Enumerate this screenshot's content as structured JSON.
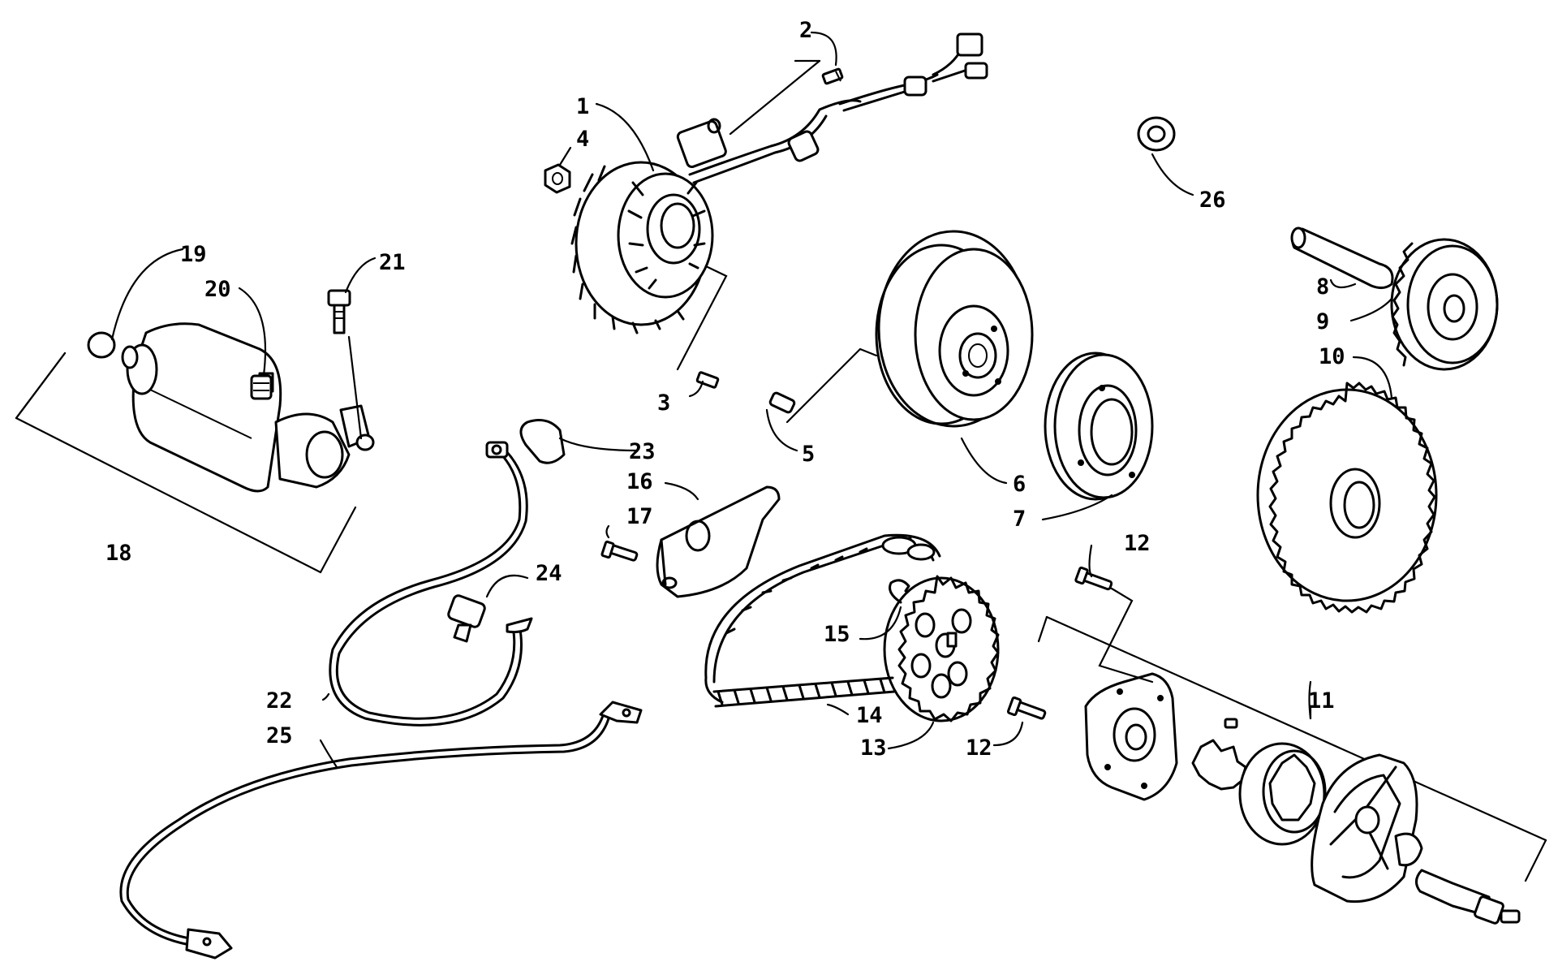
{
  "callouts": {
    "c1": "1",
    "c2": "2",
    "c3": "3",
    "c4": "4",
    "c5": "5",
    "c6": "6",
    "c7": "7",
    "c8": "8",
    "c9": "9",
    "c10": "10",
    "c11": "11",
    "c12a": "12",
    "c12b": "12",
    "c13": "13",
    "c14": "14",
    "c15": "15",
    "c16": "16",
    "c17": "17",
    "c18": "18",
    "c19": "19",
    "c20": "20",
    "c21": "21",
    "c22": "22",
    "c23": "23",
    "c24": "24",
    "c25": "25",
    "c26": "26"
  }
}
